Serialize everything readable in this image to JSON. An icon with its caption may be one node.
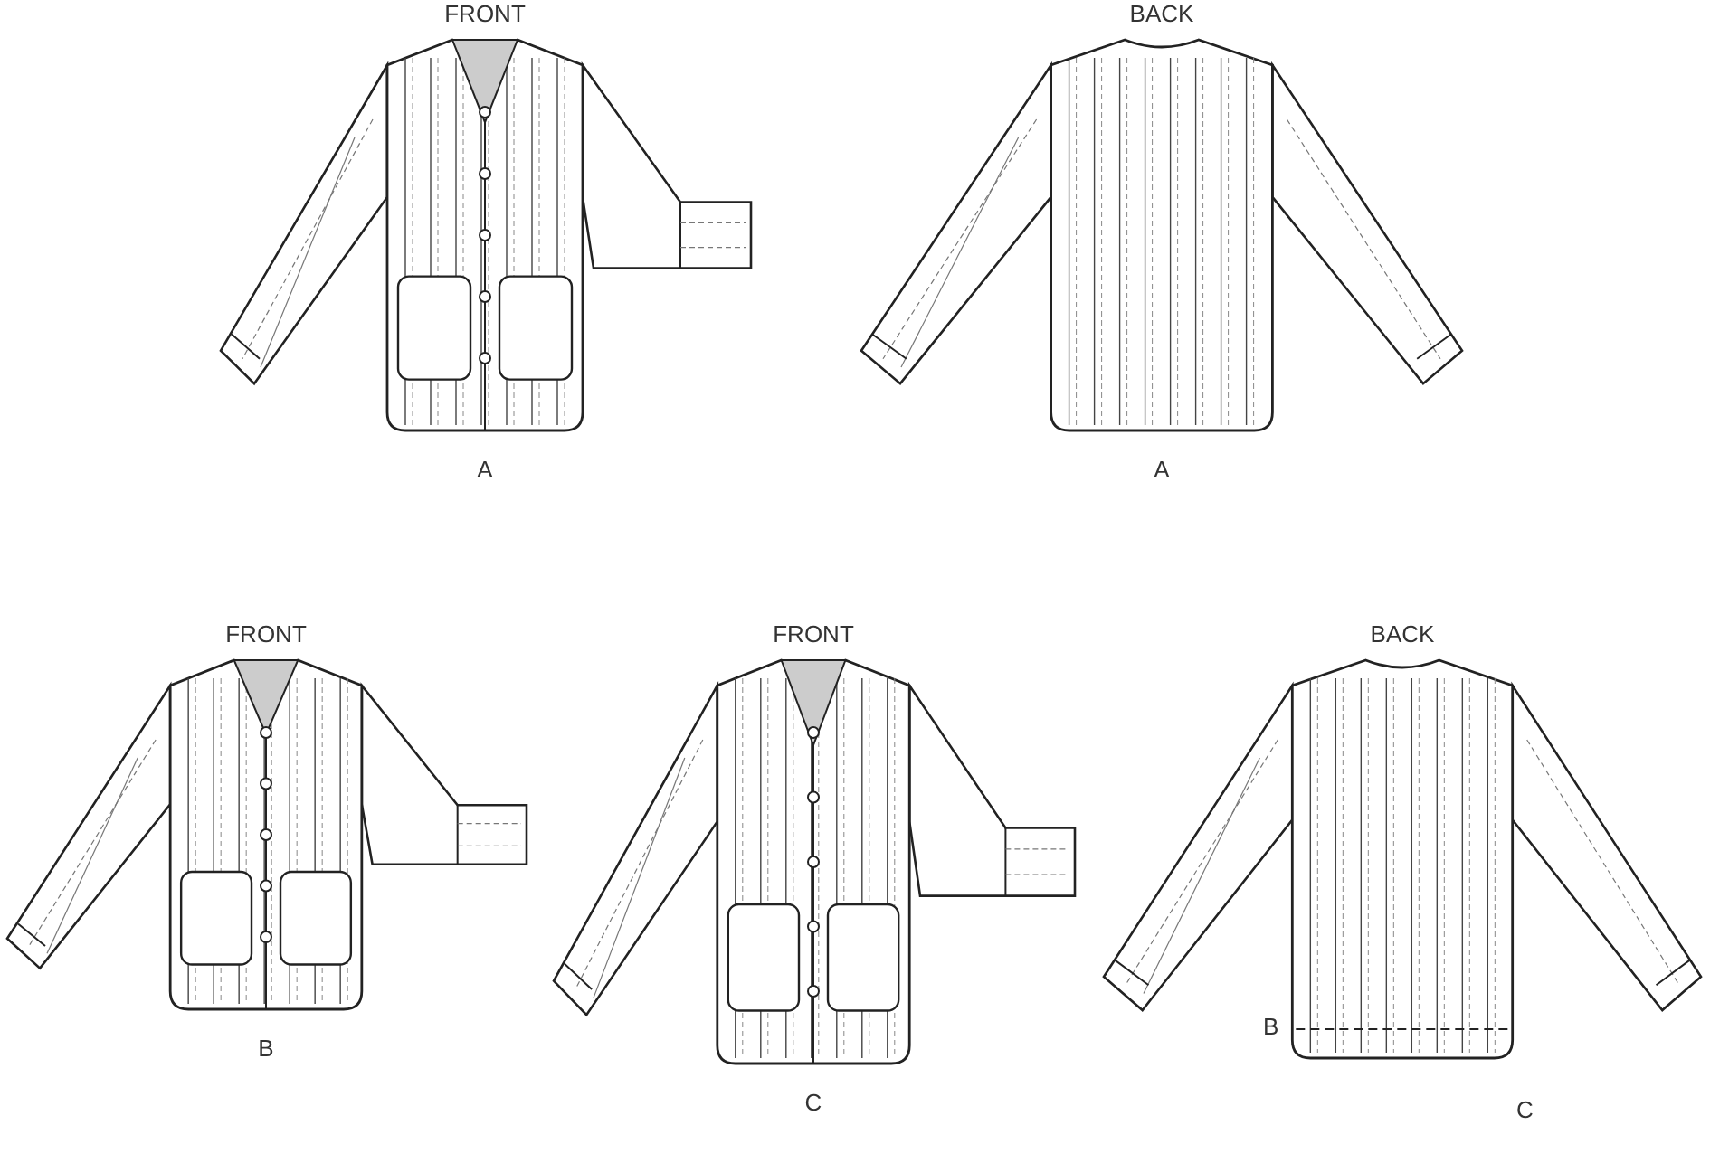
{
  "diagram": {
    "nodes": [
      {
        "text": [
          "FRONT"
        ],
        "beside": [
          "A"
        ]
      },
      {
        "text": [
          "BACK"
        ],
        "beside": [
          "A"
        ]
      },
      {
        "text": [
          "FRONT"
        ],
        "beside": [
          "B"
        ]
      },
      {
        "text": [
          "FRONT"
        ],
        "beside": [
          "C"
        ]
      },
      {
        "text": [
          "BACK"
        ]
      }
    ],
    "edges": [],
    "labels": [
      "B",
      "C"
    ]
  }
}
